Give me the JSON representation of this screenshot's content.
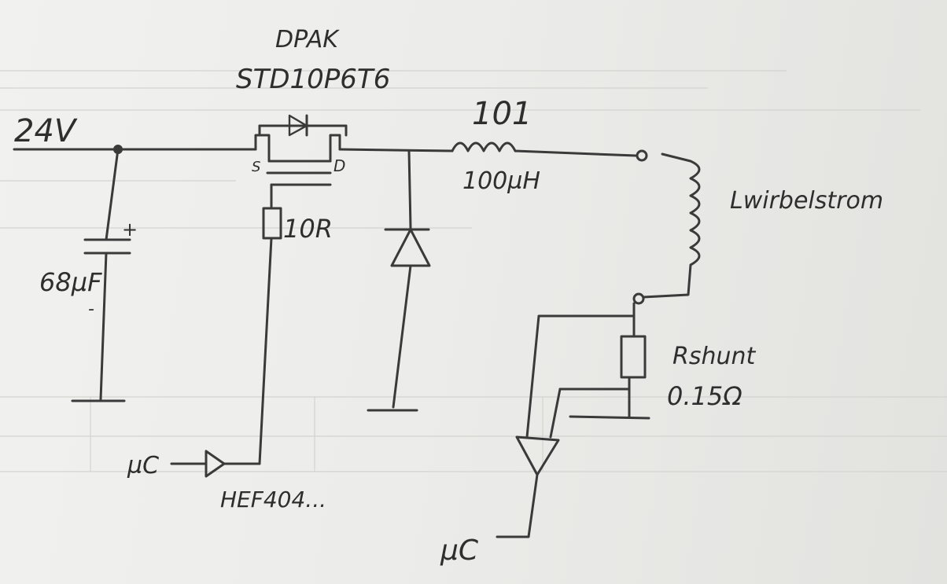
{
  "labels": {
    "package": "DPAK",
    "mosfet": "STD10P6T6",
    "inductor_code": "101",
    "inductor_value": "100µH",
    "supply": "24V",
    "capacitor": "68µF",
    "cap_plus": "+",
    "cap_minus": "-",
    "source_pin": "S",
    "drain_pin": "D",
    "gate_resistor": "10R",
    "load_coil": "Lwirbelstrom",
    "shunt_name": "Rshunt",
    "shunt_value": "0.15Ω",
    "driver_mc": "µC",
    "driver_ic": "HEF404...",
    "sense_mc": "µC"
  },
  "colors": {
    "ink": "#2e2e2e",
    "paper": "#ececea"
  }
}
